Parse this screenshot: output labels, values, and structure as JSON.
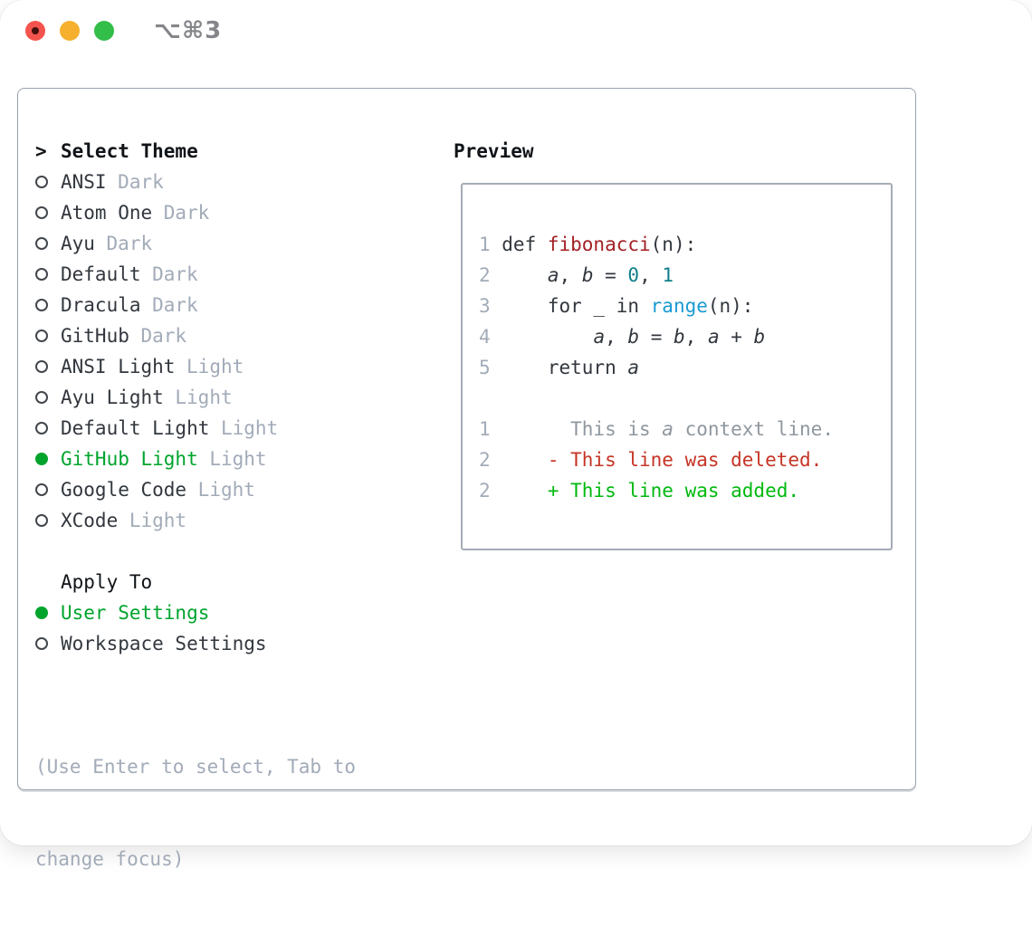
{
  "titlebar": {
    "title": "⌥⌘3",
    "traffic_lights": [
      "close",
      "minimize",
      "zoom"
    ]
  },
  "theme_panel": {
    "prompt": ">",
    "heading": "Select Theme",
    "themes": [
      {
        "name": "ANSI",
        "variant": "Dark",
        "selected": false
      },
      {
        "name": "Atom One",
        "variant": "Dark",
        "selected": false
      },
      {
        "name": "Ayu",
        "variant": "Dark",
        "selected": false
      },
      {
        "name": "Default",
        "variant": "Dark",
        "selected": false
      },
      {
        "name": "Dracula",
        "variant": "Dark",
        "selected": false
      },
      {
        "name": "GitHub",
        "variant": "Dark",
        "selected": false
      },
      {
        "name": "ANSI Light",
        "variant": "Light",
        "selected": false
      },
      {
        "name": "Ayu Light",
        "variant": "Light",
        "selected": false
      },
      {
        "name": "Default Light",
        "variant": "Light",
        "selected": false
      },
      {
        "name": "GitHub Light",
        "variant": "Light",
        "selected": true
      },
      {
        "name": "Google Code",
        "variant": "Light",
        "selected": false
      },
      {
        "name": "XCode",
        "variant": "Light",
        "selected": false
      }
    ],
    "apply_to": {
      "heading": "Apply To",
      "options": [
        {
          "name": "User Settings",
          "selected": true
        },
        {
          "name": "Workspace Settings",
          "selected": false
        }
      ]
    },
    "help_lines": [
      "(Use Enter to select, Tab to",
      "change focus)"
    ]
  },
  "preview": {
    "heading": "Preview",
    "lines": [
      {
        "num": "1",
        "tokens": [
          [
            " def ",
            "pl"
          ],
          [
            "fibonacci",
            "fn"
          ],
          [
            "(n):",
            "pl"
          ]
        ]
      },
      {
        "num": "2",
        "tokens": [
          [
            "     ",
            "pl"
          ],
          [
            "a",
            "it"
          ],
          [
            ", ",
            "pl"
          ],
          [
            "b",
            "it"
          ],
          [
            " = ",
            "pl"
          ],
          [
            "0",
            "nu"
          ],
          [
            ", ",
            "pl"
          ],
          [
            "1",
            "nu"
          ]
        ]
      },
      {
        "num": "3",
        "tokens": [
          [
            "     for _ in ",
            "pl"
          ],
          [
            "range",
            "bi"
          ],
          [
            "(n):",
            "pl"
          ]
        ]
      },
      {
        "num": "4",
        "tokens": [
          [
            "         ",
            "pl"
          ],
          [
            "a",
            "it"
          ],
          [
            ", ",
            "pl"
          ],
          [
            "b",
            "it"
          ],
          [
            " = ",
            "pl"
          ],
          [
            "b",
            "it"
          ],
          [
            ", ",
            "pl"
          ],
          [
            "a",
            "it"
          ],
          [
            " + ",
            "pl"
          ],
          [
            "b",
            "it"
          ]
        ]
      },
      {
        "num": "5",
        "tokens": [
          [
            "     return ",
            "pl"
          ],
          [
            "a",
            "it"
          ]
        ]
      },
      {
        "num": "",
        "tokens": []
      },
      {
        "num": "1",
        "tokens": [
          [
            "       This is ",
            "ctx"
          ],
          [
            "a",
            "cti"
          ],
          [
            " context line.",
            "ctx"
          ]
        ]
      },
      {
        "num": "2",
        "tokens": [
          [
            "     - This line was deleted.",
            "del"
          ]
        ]
      },
      {
        "num": "2",
        "tokens": [
          [
            "     + This line was added.",
            "add"
          ]
        ]
      }
    ]
  },
  "colors": {
    "accent_green": "#00a42d",
    "added_green": "#00b90f",
    "deleted_red": "#c63425",
    "function_red": "#a32125",
    "number_teal": "#0f7e8b",
    "builtin_blue": "#1b9ad2",
    "text_dark": "#32373e",
    "muted_gray": "#a2abb8",
    "context_gray": "#8f979f",
    "heading_black": "#101418",
    "panel_border": "#99a1ac",
    "preview_border": "#a5acb6",
    "title_gray": "#85868a",
    "traffic_red": "#f4544d",
    "traffic_yellow": "#f6b02d",
    "traffic_green": "#33bd49"
  }
}
